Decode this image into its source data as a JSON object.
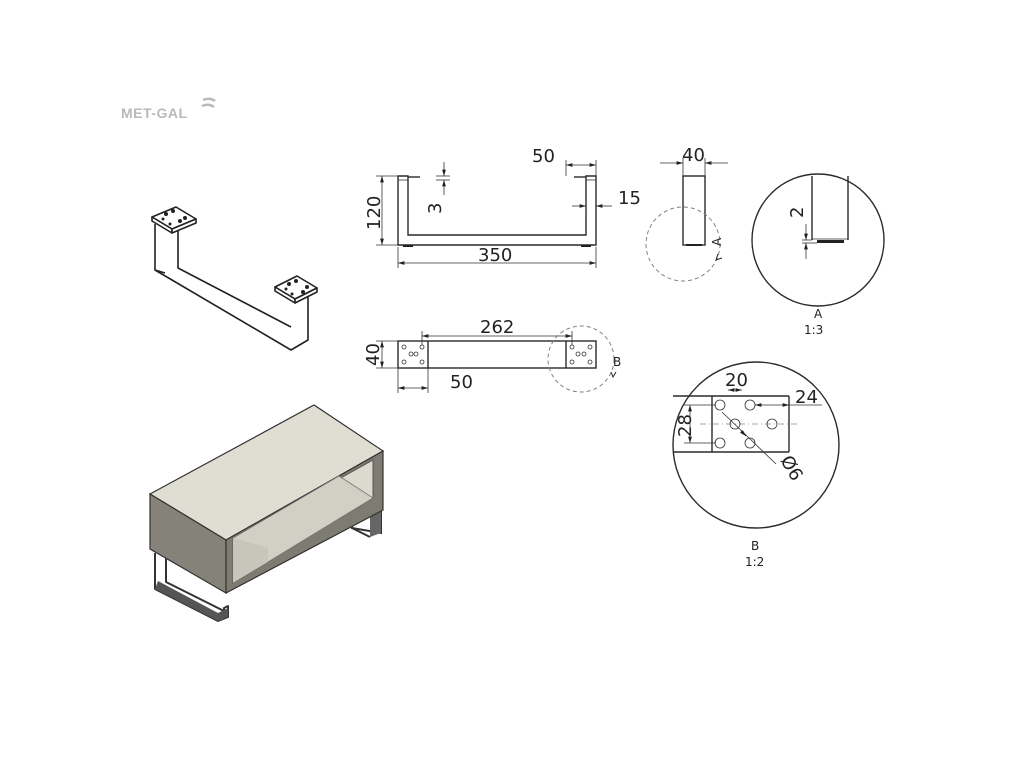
{
  "logo": {
    "text": "MET-GAL"
  },
  "front_view": {
    "dims": {
      "top_flange": "50",
      "thickness": "3",
      "height": "120",
      "side": "15",
      "width": "350"
    }
  },
  "side_view": {
    "dims": {
      "width": "40"
    },
    "detail_ref": "A"
  },
  "top_view": {
    "dims": {
      "hole_span": "262",
      "depth": "40",
      "plate": "50"
    },
    "detail_ref": "B"
  },
  "detail_a": {
    "dim": "2",
    "label": "A",
    "scale": "1:3"
  },
  "detail_b": {
    "dims": {
      "x_spacing": "20",
      "edge": "24",
      "y_spacing": "28",
      "hole": "Ø6"
    },
    "label": "B",
    "scale": "1:2"
  }
}
